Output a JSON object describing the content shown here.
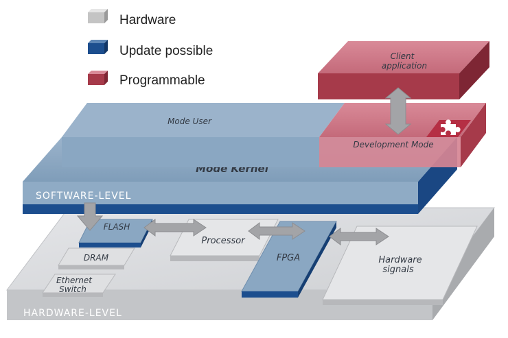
{
  "legend": {
    "hardware": "Hardware",
    "update_possible": "Update possible",
    "programmable": "Programmable"
  },
  "colors": {
    "hardware": "#c8c9cc",
    "update_possible": "#1c4e8e",
    "update_face": "#8aa7c2",
    "programmable": "#a63a4a",
    "programmable_face": "#cf7686"
  },
  "software": {
    "level_label": "SOFTWARE-LEVEL",
    "mode_user": "Mode User",
    "mode_kernel": "Mode Kernel",
    "development_mode": "Development Mode",
    "client_line1": "Client",
    "client_line2": "application",
    "puzzle_icon": "puzzle-icon"
  },
  "hardware": {
    "level_label": "HARDWARE-LEVEL",
    "flash": "FLASH",
    "dram": "DRAM",
    "ethernet_line1": "Ethernet",
    "ethernet_line2": "Switch",
    "processor": "Processor",
    "fpga": "FPGA",
    "signals_line1": "Hardware",
    "signals_line2": "signals"
  }
}
